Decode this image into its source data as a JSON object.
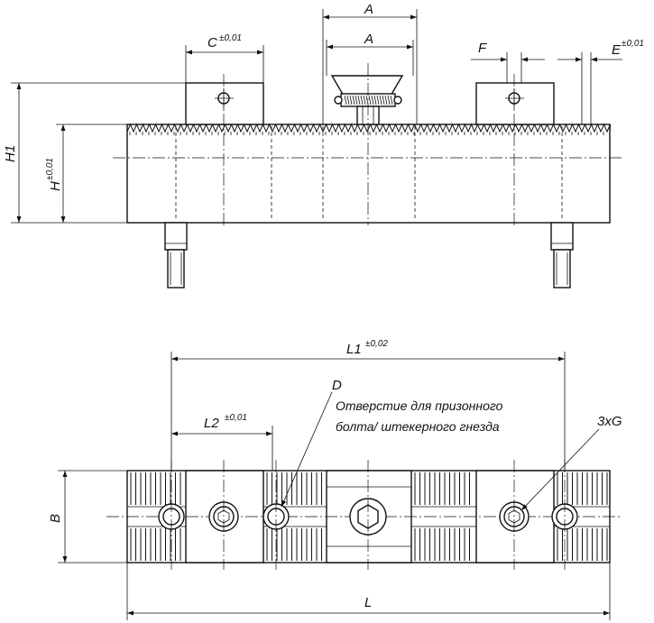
{
  "labels": {
    "A_outer": "A",
    "A_inner": "A",
    "C": "C",
    "C_tol": "±0,01",
    "F": "F",
    "E": "E",
    "E_tol": "±0,01",
    "H1": "H1",
    "H": "H",
    "H_tol": "±0,01",
    "L1": "L1",
    "L1_tol": "±0,02",
    "L2": "L2",
    "L2_tol": "±0,01",
    "D": "D",
    "note_line1": "Отверстие для призонного",
    "note_line2": "болта/ штекерного гнезда",
    "G": "3xG",
    "B": "B",
    "L": "L"
  }
}
